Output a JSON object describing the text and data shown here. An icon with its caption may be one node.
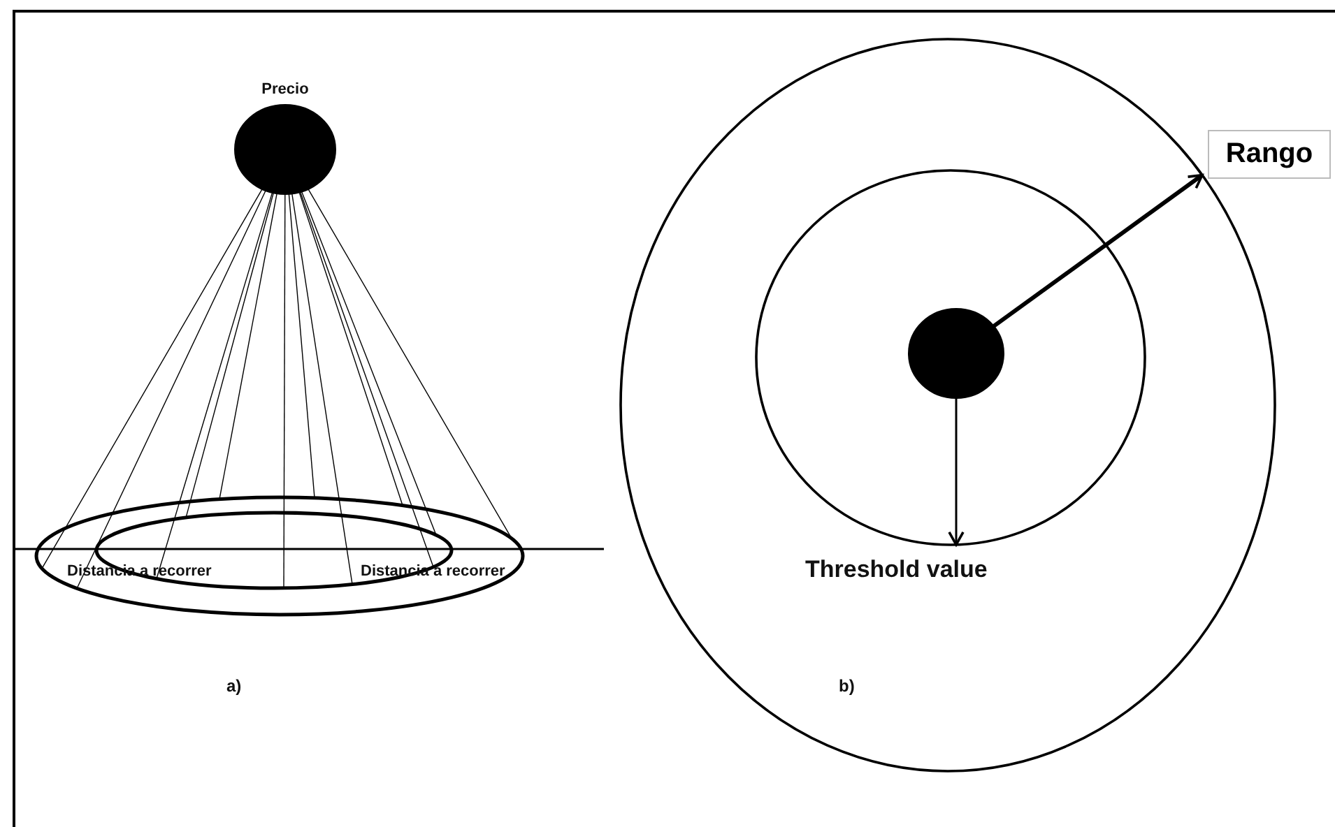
{
  "diagram": {
    "nodes": [
      {
        "text": [
          "Precio"
        ]
      },
      {
        "text": [],
        "shape": "circle"
      },
      {
        "text": [],
        "shape": "circle",
        "in": 1
      },
      {
        "text": [],
        "shape": "circle"
      },
      {
        "text": [],
        "shape": "circle",
        "in": 3
      },
      {
        "text": [],
        "shape": "circle",
        "in": 4
      },
      {
        "text": [
          "Rango"
        ]
      }
    ],
    "edges": [
      {
        "from": 0,
        "to": 1,
        "arrow": "none"
      },
      {
        "from": 0,
        "to": 1,
        "arrow": "none"
      },
      {
        "from": 0,
        "to": 2,
        "arrow": "none"
      },
      {
        "from": 0,
        "to": 2,
        "arrow": "none"
      },
      {
        "from": 0,
        "to": 1,
        "arrow": "none"
      },
      {
        "from": 0,
        "to": 2,
        "arrow": "none"
      },
      {
        "from": 0,
        "to": 1,
        "arrow": "none"
      },
      {
        "from": 0,
        "to": 2,
        "arrow": "none"
      },
      {
        "from": 0,
        "to": 1,
        "arrow": "none"
      },
      {
        "from": 0,
        "to": 2,
        "arrow": "none"
      },
      {
        "from": 0,
        "to": 2,
        "arrow": "none"
      },
      {
        "from": 0,
        "to": 1,
        "arrow": "none"
      },
      {
        "from": 5,
        "to": 3,
        "arrow": "to",
        "style": "thick"
      },
      {
        "from": 5,
        "to": 4,
        "arrow": "to"
      }
    ],
    "labels": [
      "Distancia a recorrer",
      "Distancia a recorrer",
      "Threshold value",
      "a)",
      "b)"
    ]
  }
}
